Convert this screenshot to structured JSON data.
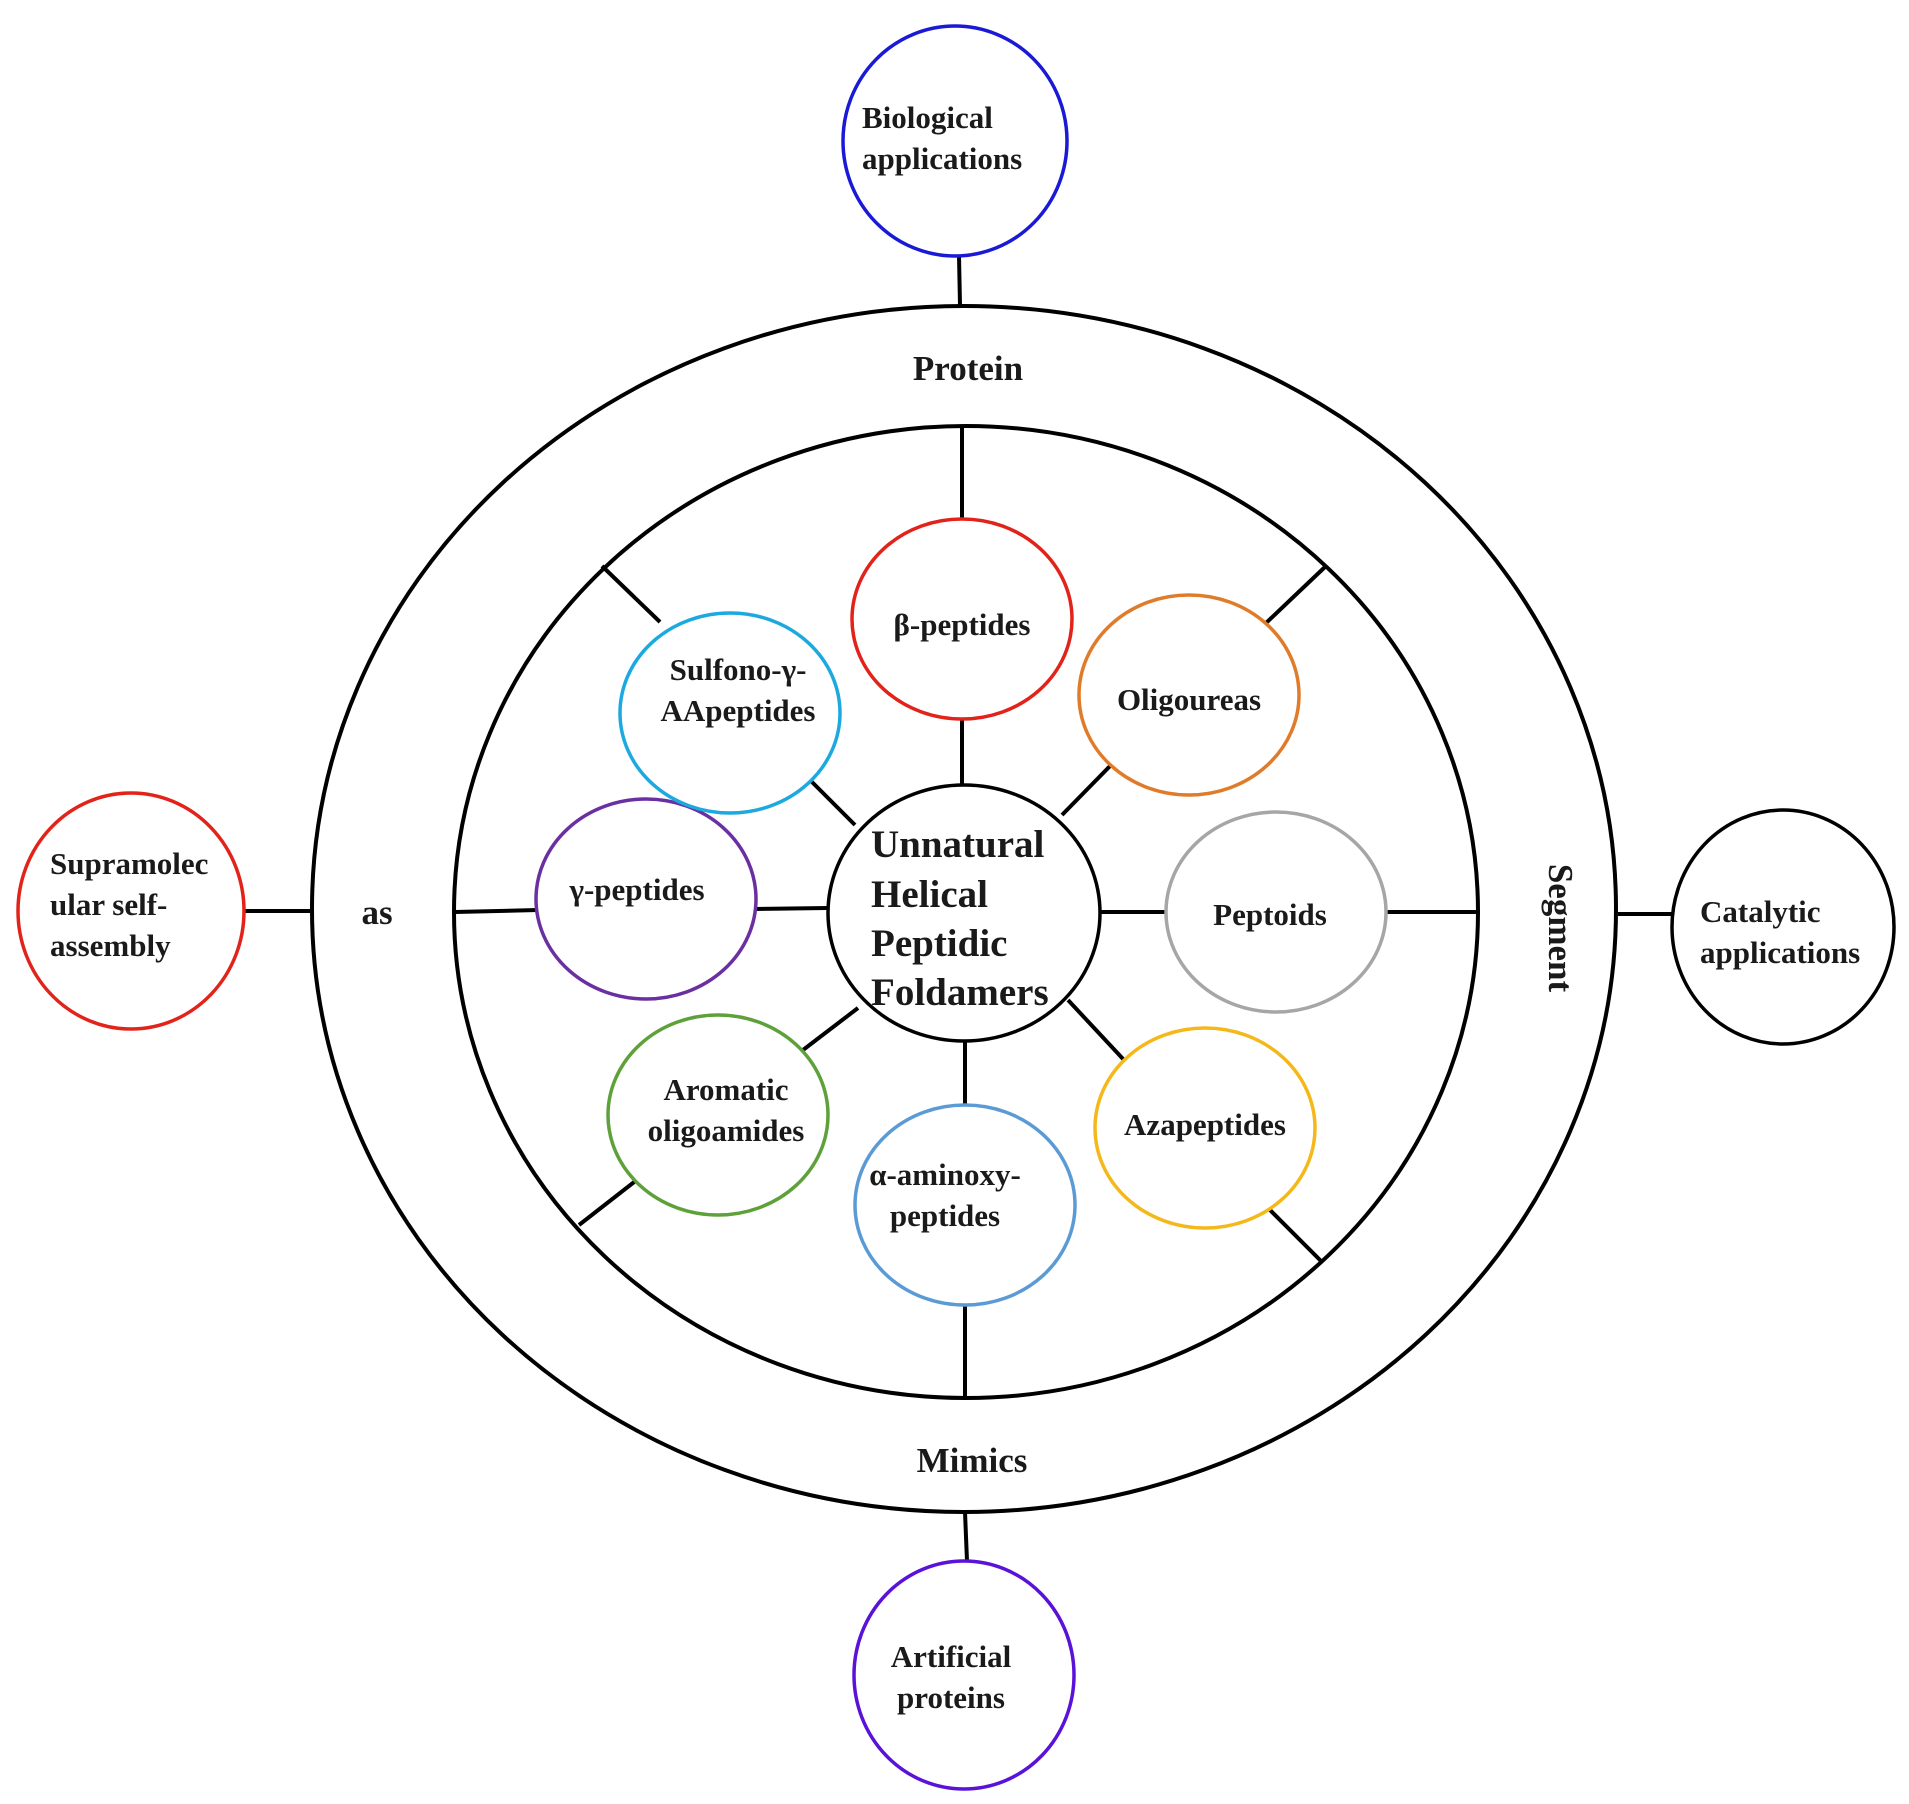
{
  "center": {
    "lines": [
      "Unnatural",
      "Helical",
      "Peptidic",
      "Foldamers"
    ]
  },
  "ring_words": {
    "top": "Protein",
    "right": "Segment",
    "bottom": "Mimics",
    "left": "as"
  },
  "inner_nodes": [
    {
      "id": "beta-peptides",
      "lines": [
        "β-peptides"
      ],
      "color": "#e2231a"
    },
    {
      "id": "oligoureas",
      "lines": [
        "Oligoureas"
      ],
      "color": "#e07b2a"
    },
    {
      "id": "peptoids",
      "lines": [
        "Peptoids"
      ],
      "color": "#a6a6a6"
    },
    {
      "id": "azapeptides",
      "lines": [
        "Azapeptides"
      ],
      "color": "#f5b819"
    },
    {
      "id": "alpha-aminoxy-peptides",
      "lines": [
        "α-aminoxy-",
        "peptides"
      ],
      "color": "#5b9bd5"
    },
    {
      "id": "aromatic-oligoamides",
      "lines": [
        "Aromatic",
        "oligoamides"
      ],
      "color": "#5ea13a"
    },
    {
      "id": "gamma-peptides",
      "lines": [
        "γ-peptides"
      ],
      "color": "#6a2fa0"
    },
    {
      "id": "sulfono-gamma-aapeptides",
      "lines": [
        "Sulfono-γ-",
        "AApeptides"
      ],
      "color": "#1ca9e0"
    }
  ],
  "outer_nodes": [
    {
      "id": "biological-applications",
      "lines": [
        "Biological",
        "applications"
      ],
      "color": "#1a1ad6"
    },
    {
      "id": "catalytic-applications",
      "lines": [
        "Catalytic",
        "applications"
      ],
      "color": "#000000"
    },
    {
      "id": "artificial-proteins",
      "lines": [
        "Artificial",
        "proteins"
      ],
      "color": "#5a12d8"
    },
    {
      "id": "supramolecular-self-assembly",
      "lines": [
        "Supramolec",
        "ular self-",
        "assembly"
      ],
      "color": "#e2231a"
    }
  ]
}
